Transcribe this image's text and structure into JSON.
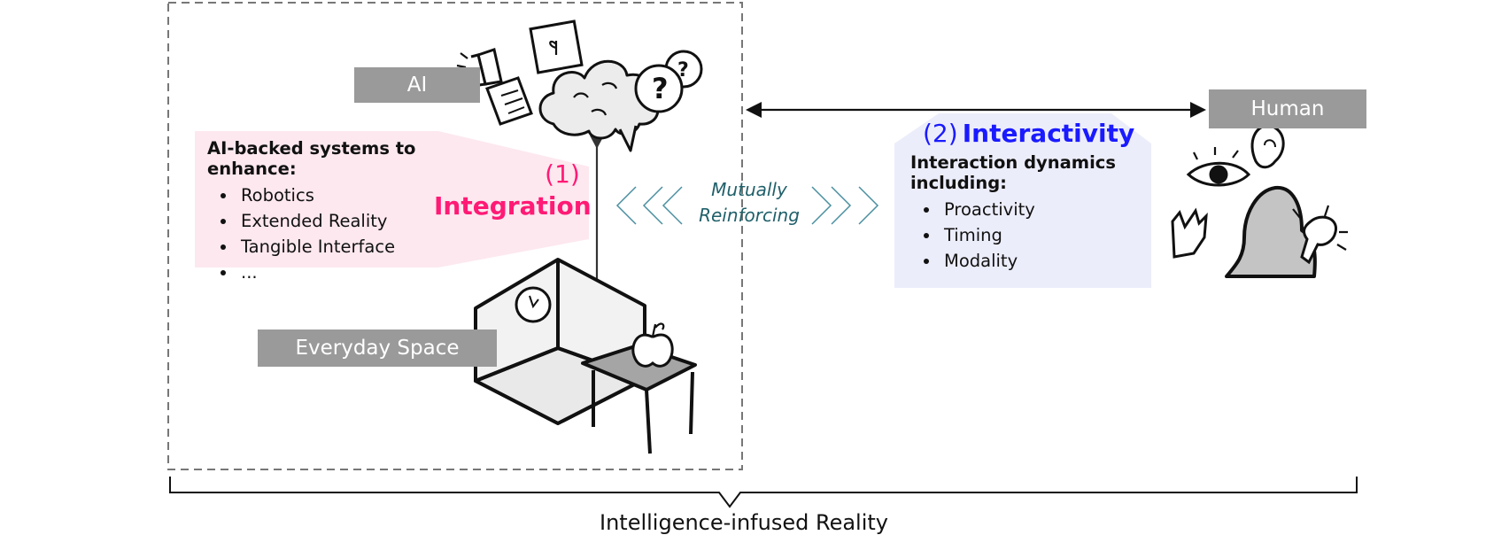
{
  "labels": {
    "ai": "AI",
    "human": "Human",
    "everyday_space": "Everyday Space",
    "bottom": "Intelligence-infused Reality"
  },
  "integration": {
    "number": "(1)",
    "word": "Integration",
    "title": "AI-backed systems to enhance:",
    "items": [
      "Robotics",
      "Extended Reality",
      "Tangible Interface",
      "..."
    ]
  },
  "interactivity": {
    "number": "(2)",
    "word": "Interactivity",
    "title_line1": "Interaction dynamics",
    "title_line2": "including:",
    "items": [
      "Proactivity",
      "Timing",
      "Modality"
    ]
  },
  "mutual": {
    "line1": "Mutually",
    "line2": "Reinforcing"
  },
  "colors": {
    "integration": "#ff1a75",
    "interactivity": "#1a1aff",
    "mutual": "#20606a",
    "label_bg": "#9a9a9a",
    "integration_panel": "#fde8ef",
    "interactivity_panel": "#ecedfa"
  }
}
